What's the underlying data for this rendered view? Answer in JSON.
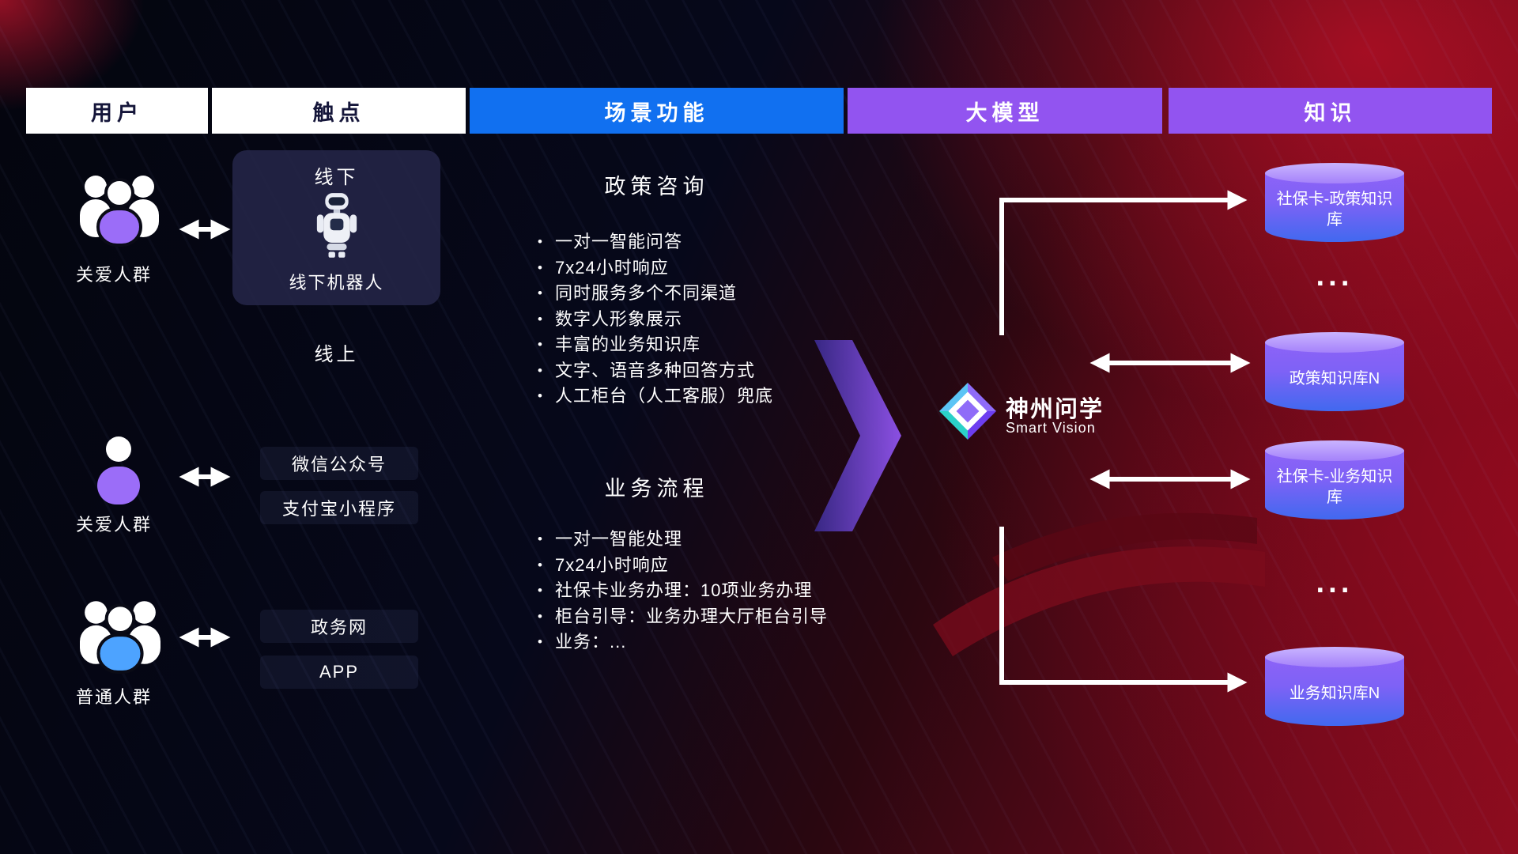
{
  "headers": [
    {
      "label": "用户"
    },
    {
      "label": "触点"
    },
    {
      "label": "场景功能"
    },
    {
      "label": "大模型"
    },
    {
      "label": "知识"
    }
  ],
  "users": [
    {
      "label": "关爱人群"
    },
    {
      "label": "关爱人群"
    },
    {
      "label": "普通人群"
    }
  ],
  "touchpoints": {
    "offline_title": "线下",
    "offline_robot": "线下机器人",
    "online_title": "线上",
    "channels": [
      "微信公众号",
      "支付宝小程序",
      "政务网",
      "APP"
    ]
  },
  "scenarios": [
    {
      "title": "政策咨询",
      "items": [
        "一对一智能问答",
        "7x24小时响应",
        "同时服务多个不同渠道",
        "数字人形象展示",
        "丰富的业务知识库",
        "文字、语音多种回答方式",
        "人工柜台（人工客服）兜底"
      ]
    },
    {
      "title": "业务流程",
      "items": [
        "一对一智能处理",
        "7x24小时响应",
        "社保卡业务办理：10项业务办理",
        "柜台引导：业务办理大厅柜台引导",
        "业务：..."
      ]
    }
  ],
  "model": {
    "name": "神州问学",
    "subtitle": "Smart Vision"
  },
  "knowledge": [
    {
      "label": "社保卡-政策知识库"
    },
    {
      "label": "···"
    },
    {
      "label": "政策知识库N"
    },
    {
      "label": "社保卡-业务知识库"
    },
    {
      "label": "···"
    },
    {
      "label": "业务知识库N"
    }
  ],
  "colors": {
    "header_blue": "#1170f0",
    "header_purple": "#9254f0",
    "cylinder_top": "#a582fa",
    "cylinder_bottom": "#4169ef",
    "person_purple": "#9b6df8",
    "person_blue": "#4da3ff",
    "flow_arrow_purple": "#8a4df0",
    "arrow_white": "#ffffff",
    "background_red": "#8a0d1f",
    "background_navy": "#06081a"
  }
}
